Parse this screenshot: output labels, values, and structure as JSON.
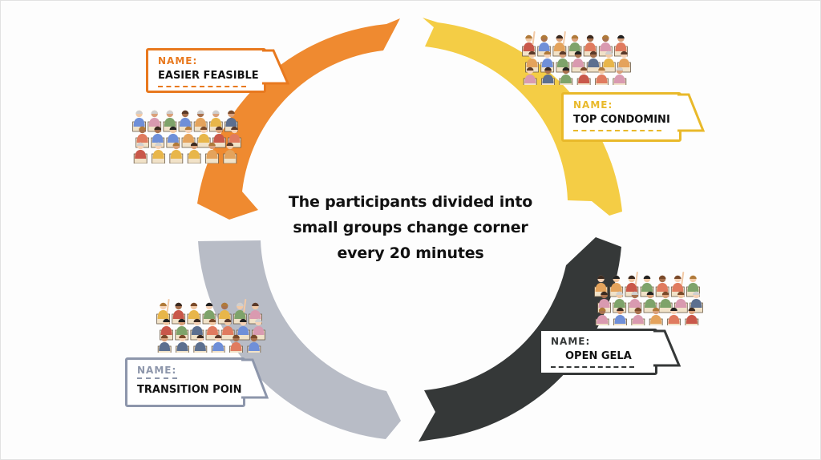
{
  "center_text": {
    "line1": "The participants divided into",
    "line2": "small groups change corner",
    "line3": "every 20 minutes"
  },
  "groups": [
    {
      "name_label": "NAME:",
      "group_name": "EASIER FEASIBLE",
      "color": "#ef8a30"
    },
    {
      "name_label": "NAME:",
      "group_name": "TOP CONDOMINI",
      "color": "#f4cd45"
    },
    {
      "name_label": "NAME:",
      "group_name": "OPEN GELA",
      "color": "#353838"
    },
    {
      "name_label": "NAME:",
      "group_name": "TRANSITION POINT",
      "color": "#b8bcc6"
    }
  ],
  "colors": {
    "orange": "#ef8a30",
    "yellow": "#f4cd45",
    "dark": "#353838",
    "grey": "#b8bcc6",
    "orange_label": "#e8791f",
    "yellow_label": "#e9b92a",
    "grey_label": "#8d96ab"
  },
  "icons": [
    "audience-illustration"
  ]
}
